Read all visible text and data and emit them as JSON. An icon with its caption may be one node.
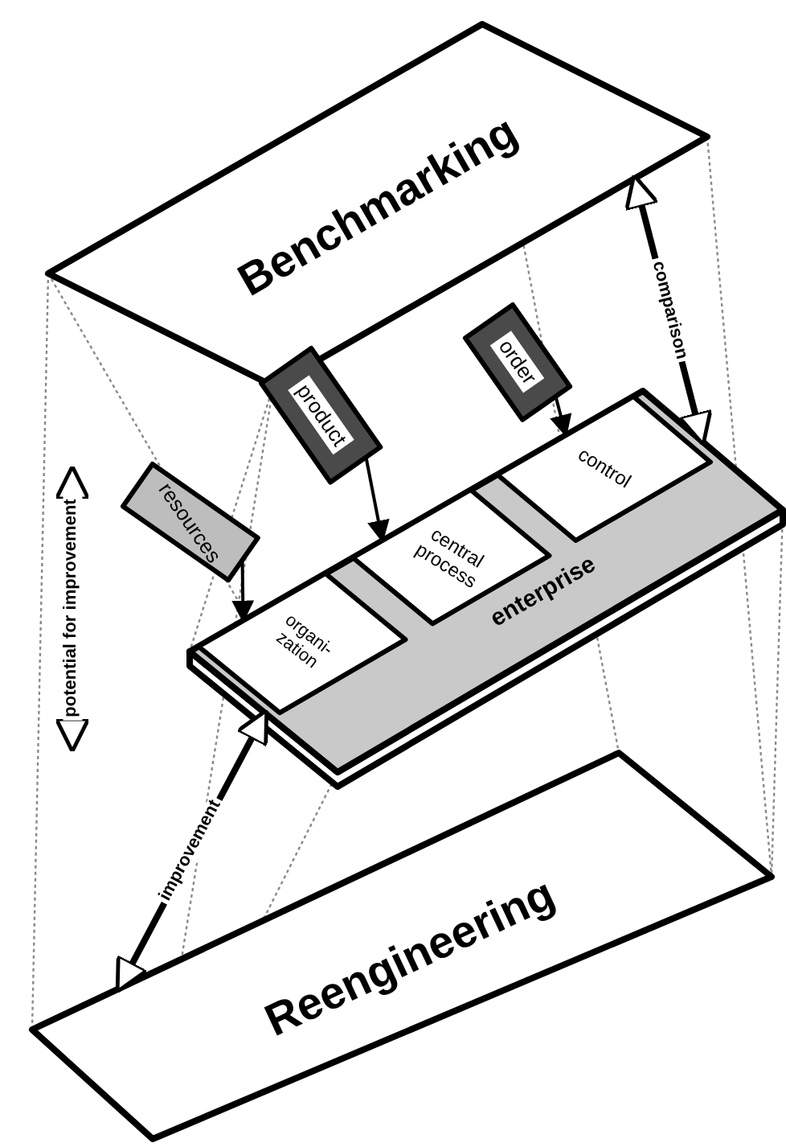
{
  "diagram": {
    "nodes": [
      {
        "text": [
          "Benchmarking"
        ]
      },
      {
        "text": [
          "enterprise"
        ]
      },
      {
        "text": [
          "organi- zation"
        ],
        "in": 1
      },
      {
        "text": [
          "central process"
        ],
        "in": 1
      },
      {
        "text": [
          "control"
        ],
        "in": 1
      },
      {
        "text": [
          "resources"
        ]
      },
      {
        "text": [
          "product"
        ]
      },
      {
        "text": [
          "order"
        ]
      },
      {
        "text": [
          "Reengineering"
        ]
      }
    ],
    "edges": [
      {
        "from": 5,
        "to": 2,
        "arrow": "to"
      },
      {
        "from": 6,
        "to": 3,
        "arrow": "to"
      },
      {
        "from": 7,
        "to": 4,
        "arrow": "to"
      },
      {
        "from": 0,
        "to": 1,
        "arrow": "both",
        "label": "comparison",
        "style": "thick"
      },
      {
        "from": 8,
        "to": 1,
        "arrow": "both",
        "label": "improvement",
        "style": "thick"
      }
    ],
    "labels": [
      "potential for improvement"
    ]
  }
}
